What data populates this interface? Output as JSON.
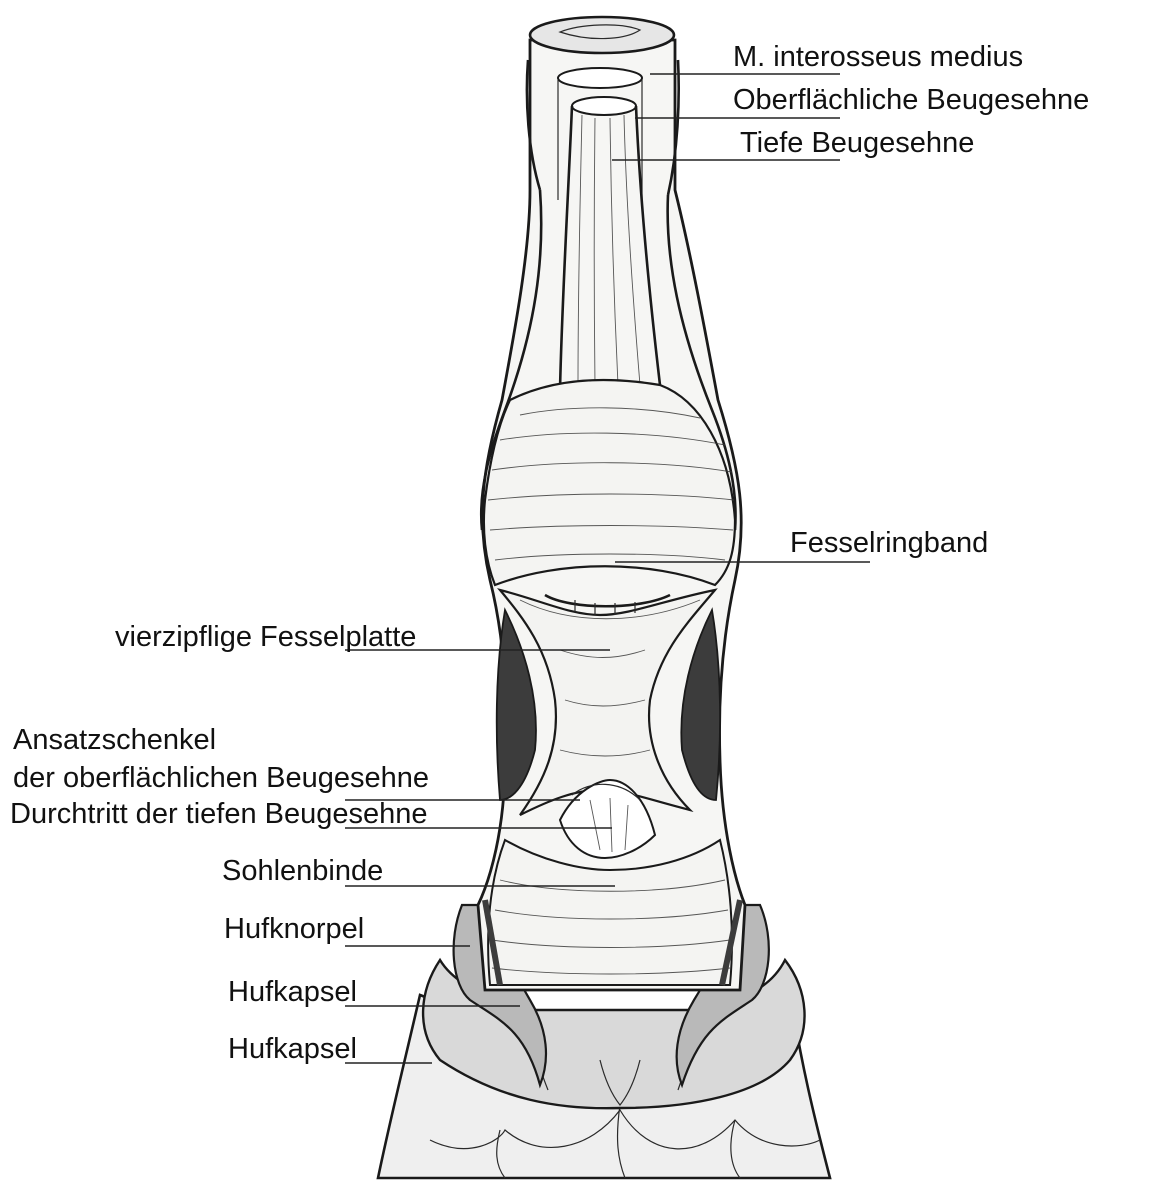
{
  "labels": {
    "interosseus": "M. interosseus medius",
    "oberflaechliche": "Oberflächliche Beugesehne",
    "tiefe": "Tiefe Beugesehne",
    "fesselringband": "Fesselringband",
    "fesselplatte": "vierzipflige Fesselplatte",
    "ansatz_line1": "Ansatzschenkel",
    "ansatz_line2": "der oberflächlichen Beugesehne",
    "durchtritt": "Durchtritt der tiefen Beugesehne",
    "sohlenbinde": "Sohlenbinde",
    "hufknorpel": "Hufknorpel",
    "hufkapsel_1": "Hufkapsel",
    "hufkapsel_2": "Hufkapsel"
  },
  "colors": {
    "ink": "#1a1a1a",
    "paper": "#ffffff",
    "tissue": "#f6f6f4",
    "cartilage": "#b9b9b9",
    "capsule": "#d9d9d9",
    "hoof_wall": "#efefef",
    "shadow": "#3c3c3c"
  }
}
